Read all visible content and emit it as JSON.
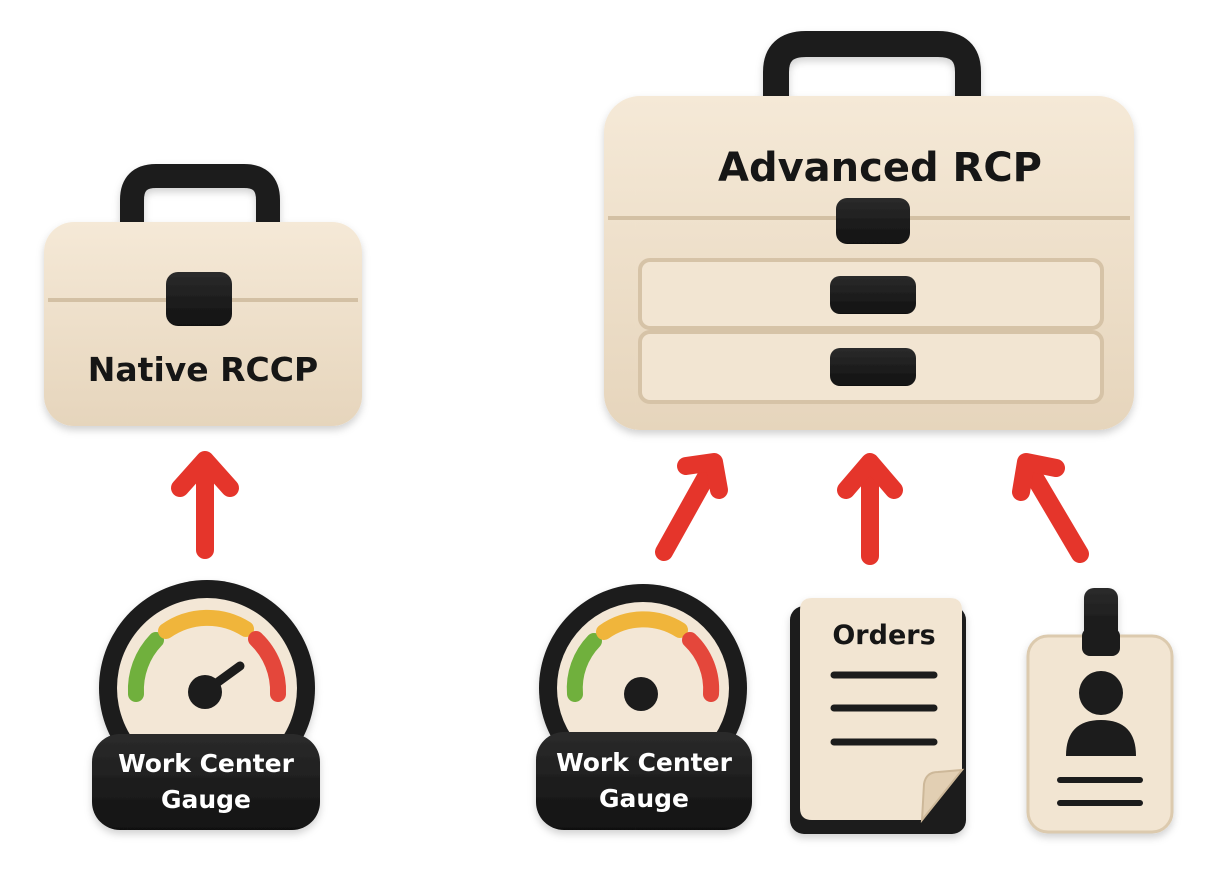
{
  "native_toolbox": {
    "label": "Native RCCP"
  },
  "advanced_toolbox": {
    "label": "Advanced RCP"
  },
  "gauge_left": {
    "label_line1": "Work Center",
    "label_line2": "Gauge"
  },
  "gauge_right": {
    "label_line1": "Work Center",
    "label_line2": "Gauge"
  },
  "orders_doc": {
    "title": "Orders"
  },
  "colors": {
    "toolbox_body": "#efe1cc",
    "toolbox_dark": "#1e1e1e",
    "arrow_red": "#e5352b",
    "gauge_green": "#6fb03d",
    "gauge_yellow": "#f0b53a",
    "gauge_red": "#e4463a"
  },
  "icons": [
    "toolbox-icon",
    "gauge-icon",
    "document-icon",
    "id-badge-icon",
    "arrow-up-icon"
  ]
}
